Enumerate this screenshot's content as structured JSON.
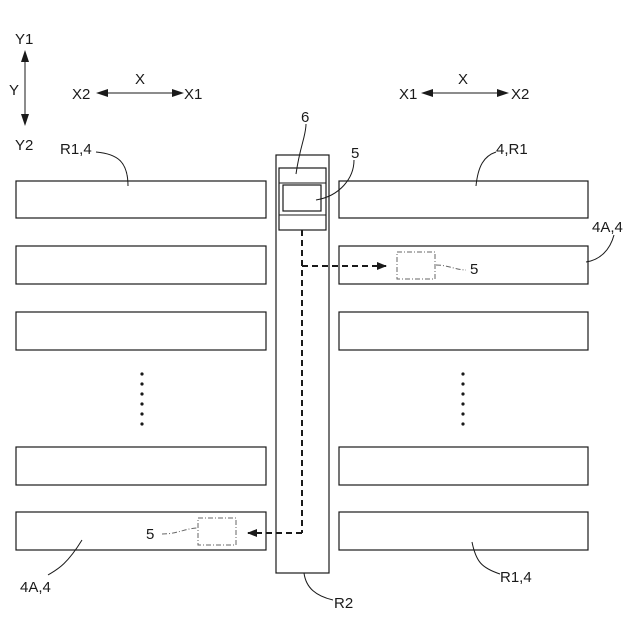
{
  "axes": {
    "y_top": "Y1",
    "y_mid": "Y",
    "y_bottom": "Y2",
    "left": {
      "x_left": "X2",
      "x_mid": "X",
      "x_right": "X1"
    },
    "right": {
      "x_left": "X1",
      "x_mid": "X",
      "x_right": "X2"
    }
  },
  "labels": {
    "top_left_rack": "R1,4",
    "top_right_rack": "4,R1",
    "robot_ref": "6",
    "container_top": "5",
    "container_right": "5",
    "container_left": "5",
    "target_right": "4A,4",
    "target_left": "4A,4",
    "bottom_right_rack": "R1,4",
    "aisle": "R2"
  },
  "colors": {
    "line": "#1a1a1a",
    "ghost": "#666666",
    "background": "#ffffff"
  }
}
